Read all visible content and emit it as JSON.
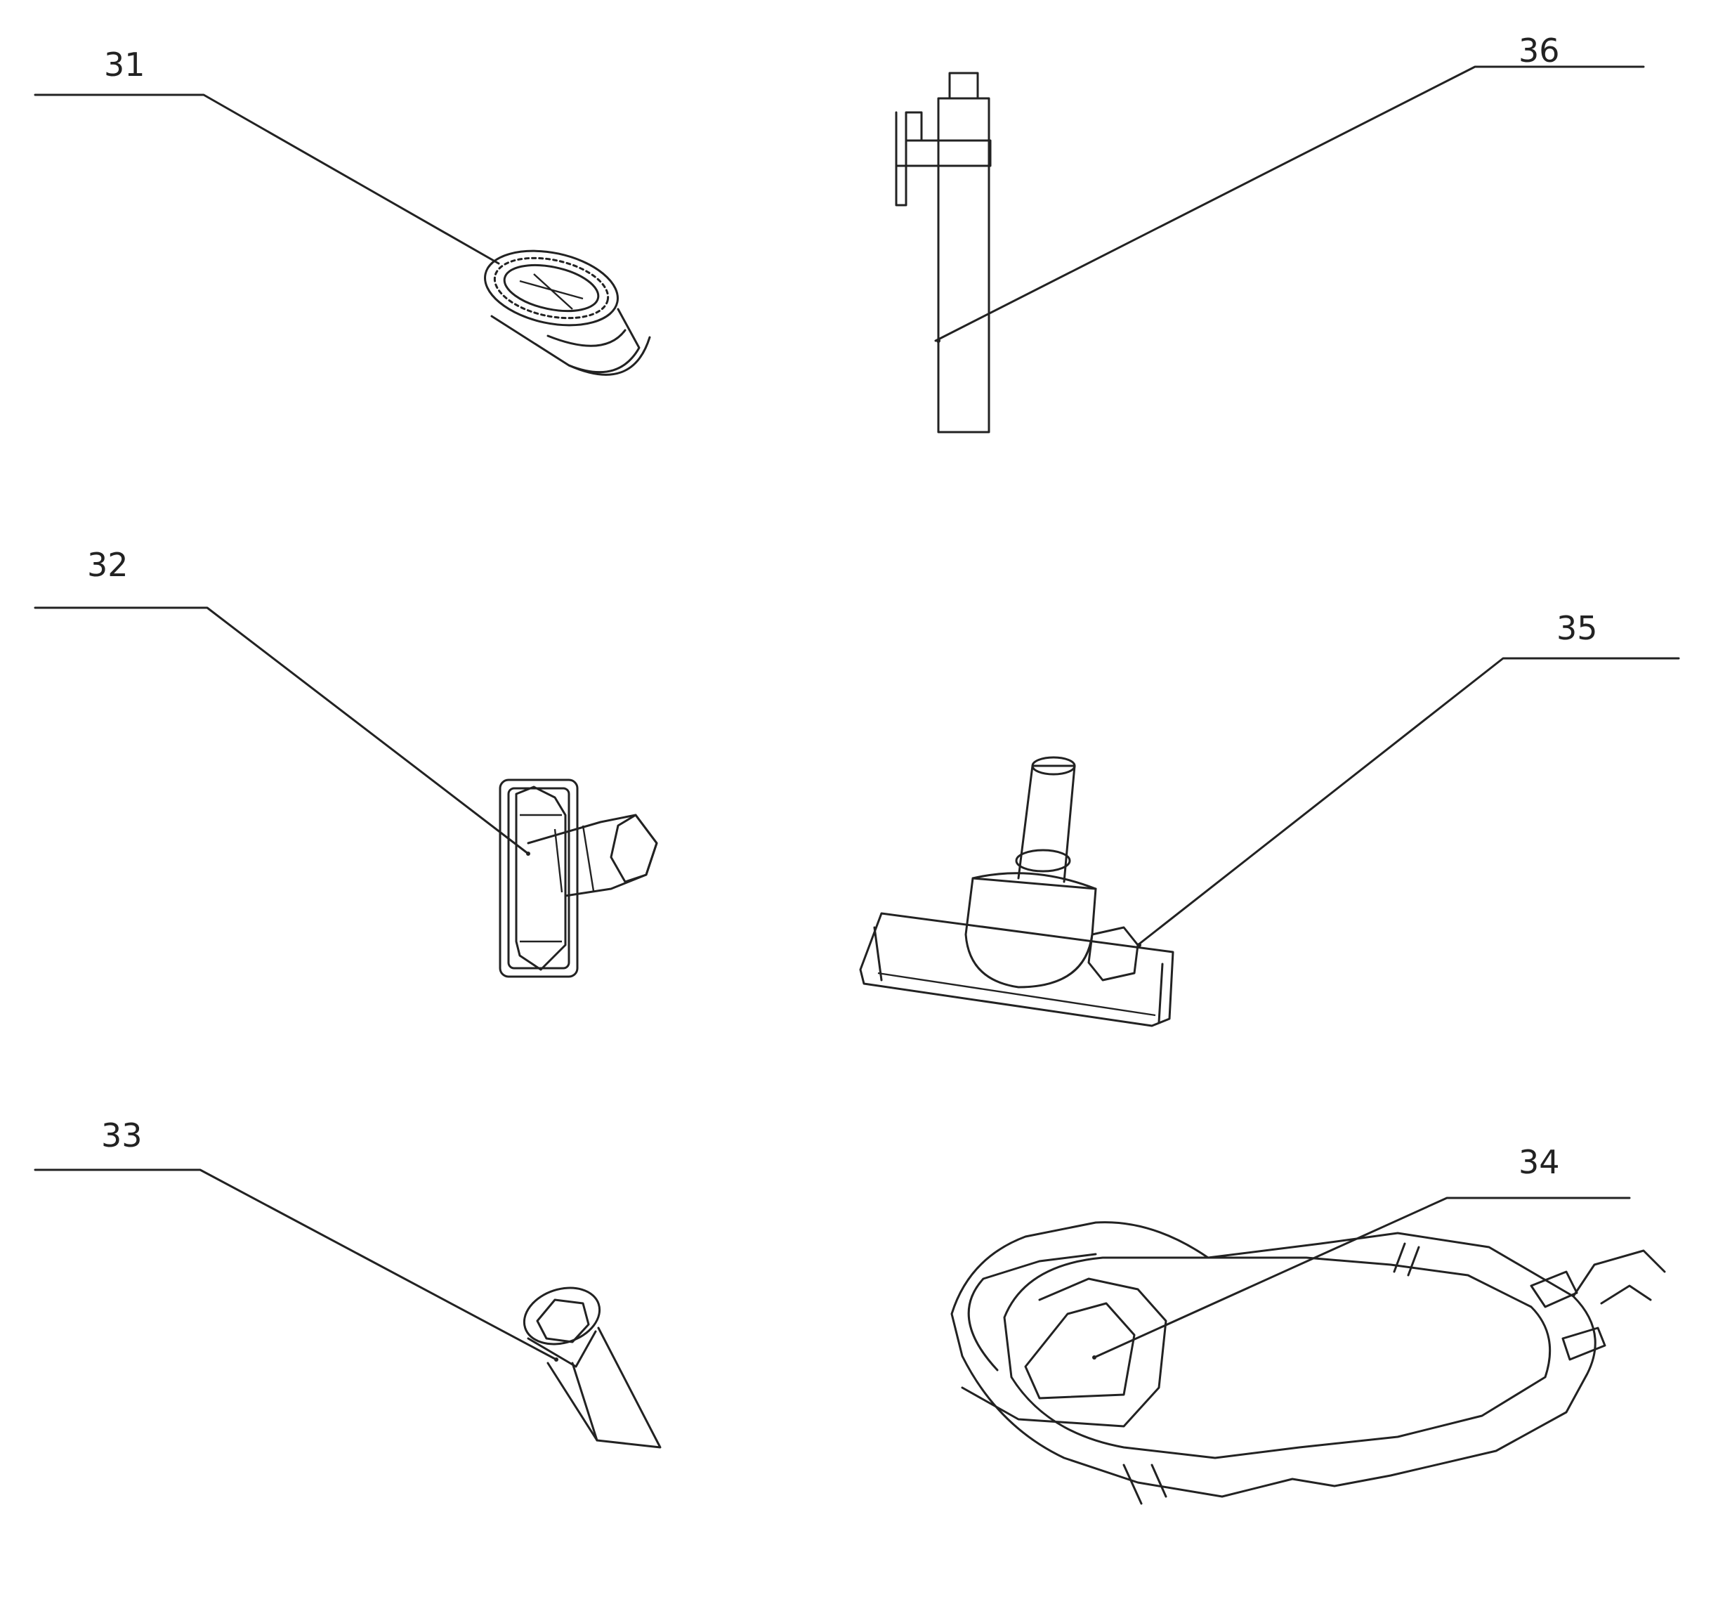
{
  "figure": {
    "background": "#ffffff",
    "line_color": "#222222",
    "labels": [
      {
        "id": "31",
        "text": "31",
        "part": "dusting-brush"
      },
      {
        "id": "32",
        "text": "32",
        "part": "upholstery-nozzle"
      },
      {
        "id": "33",
        "text": "33",
        "part": "crevice-tool"
      },
      {
        "id": "34",
        "text": "34",
        "part": "hose"
      },
      {
        "id": "35",
        "text": "35",
        "part": "floor-brush"
      },
      {
        "id": "36",
        "text": "36",
        "part": "extension-tube"
      }
    ]
  }
}
